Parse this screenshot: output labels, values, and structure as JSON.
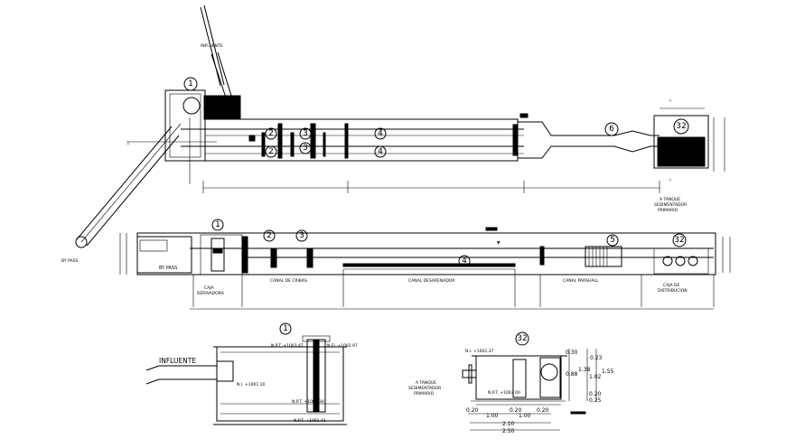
{
  "labels": {
    "influente_top": "INFLUENTE",
    "by_pass": "BY PASS",
    "a_tanque_top": "A TANQUE",
    "sedimentador_top": "SEDIMENTADOR",
    "primario_top": "PRIMARIO",
    "by_pass_box": "BY PASS",
    "caja_1": "CAJA",
    "caja_2": "DERIVADORA",
    "canal_cribas": "CANAL DE CRIBAS",
    "canal_desarenador": "CANAL DESARENADOR",
    "canal_parshall": "CANAL PARSHALL",
    "caja_dist_1": "CAJA DE",
    "caja_dist_2": "DISTRIBUCION",
    "influente_bottom": "INFLUENTE",
    "n_i": "N.I. +1001.10",
    "npt_a": "N.P.T. +1003.47",
    "nfl": "N.FL +1002.97",
    "npt_b": "N.P.T. +1002.30",
    "npt_c": "N.P.T. +1001.41",
    "a_tanque_bot": "A TANQUE",
    "sedimentador_bot": "SEDIMENTADOR",
    "primario_bot": "PRIMARIO",
    "n_i_right": "N.I. +1002.37",
    "npt_right": "N.P.T. +1003.00"
  },
  "markers": {
    "m1_top": "1",
    "m2a": "2",
    "m2b": "2",
    "m3a": "3",
    "m3b": "3",
    "m4a": "4",
    "m4b": "4",
    "m6": "6",
    "m32_top": "32",
    "m1_mid": "1",
    "m2_mid": "2",
    "m3_mid": "3",
    "m4_mid": "4",
    "m5_mid": "5",
    "m32_mid": "32",
    "m1_bot": "1",
    "m32_bot": "32"
  },
  "dimensions": {
    "d_020a": "0.20",
    "d_100a": "1.00",
    "d_020b": "0.20",
    "d_100b": "1.00",
    "d_020c": "0.20",
    "d_210": "2.10",
    "d_250": "2.50",
    "d_155": "1.55",
    "d_138": "1.38",
    "d_102": "1.02",
    "d_088": "0.88",
    "d_023": "0.23",
    "d_020r": "0.20",
    "d_025r": "0.25",
    "d_030": "0.30"
  }
}
